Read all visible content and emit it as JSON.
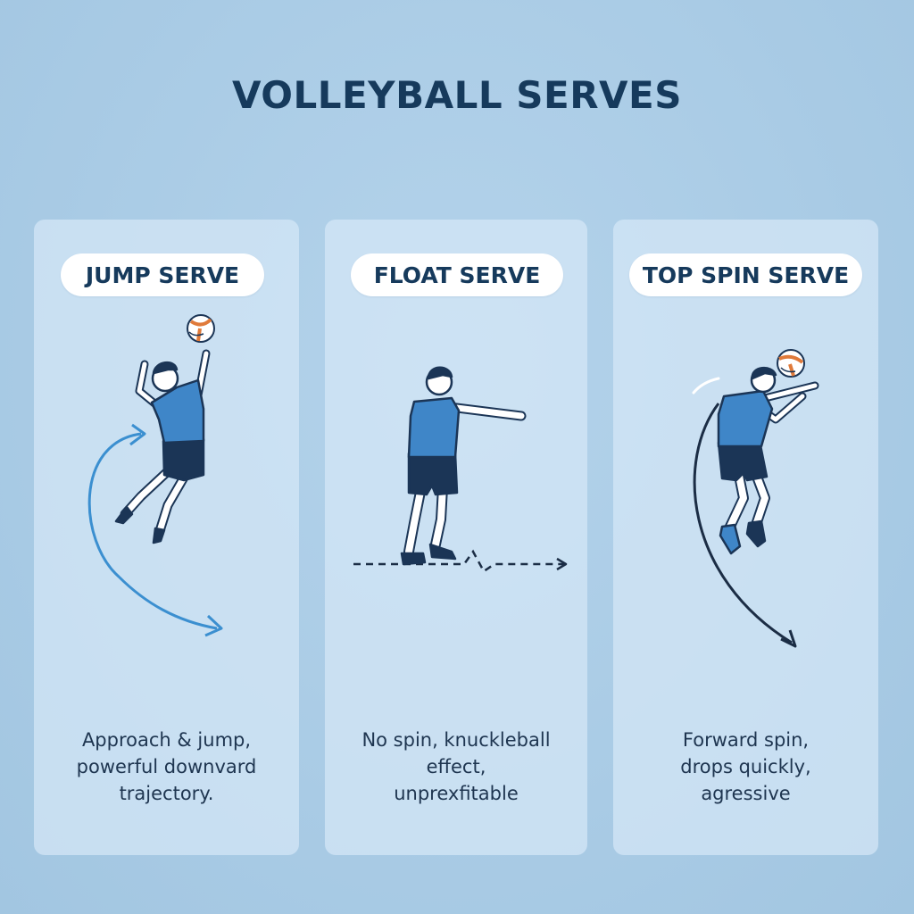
{
  "title": "VOLLEYBALL SERVES",
  "cards": [
    {
      "label": "JUMP SERVE",
      "desc_lines": [
        "Approach & jump,",
        "powerful downvard",
        "trajectory."
      ]
    },
    {
      "label": "FLOAT SERVE",
      "desc_lines": [
        "No spin, knuckleball",
        "effect,",
        "unprexfitable"
      ]
    },
    {
      "label": "TOP SPIN SERVE",
      "desc_lines": [
        "Forward spin,",
        "drops quickly,",
        "agressive"
      ]
    }
  ],
  "icons": [
    "volleyball-icon",
    "player-figure-icon",
    "trajectory-arrow-icon"
  ],
  "colors": {
    "background": "#a9cbe5",
    "card": "#d6e8f6",
    "title": "#163a5c",
    "shirt": "#3f86c8",
    "shorts": "#1b3556",
    "skin": "#ffffff",
    "jump_arrow": "#3b8fd0",
    "dark_arrow": "#1b2d45",
    "ball_accent": "#e07a3a"
  }
}
